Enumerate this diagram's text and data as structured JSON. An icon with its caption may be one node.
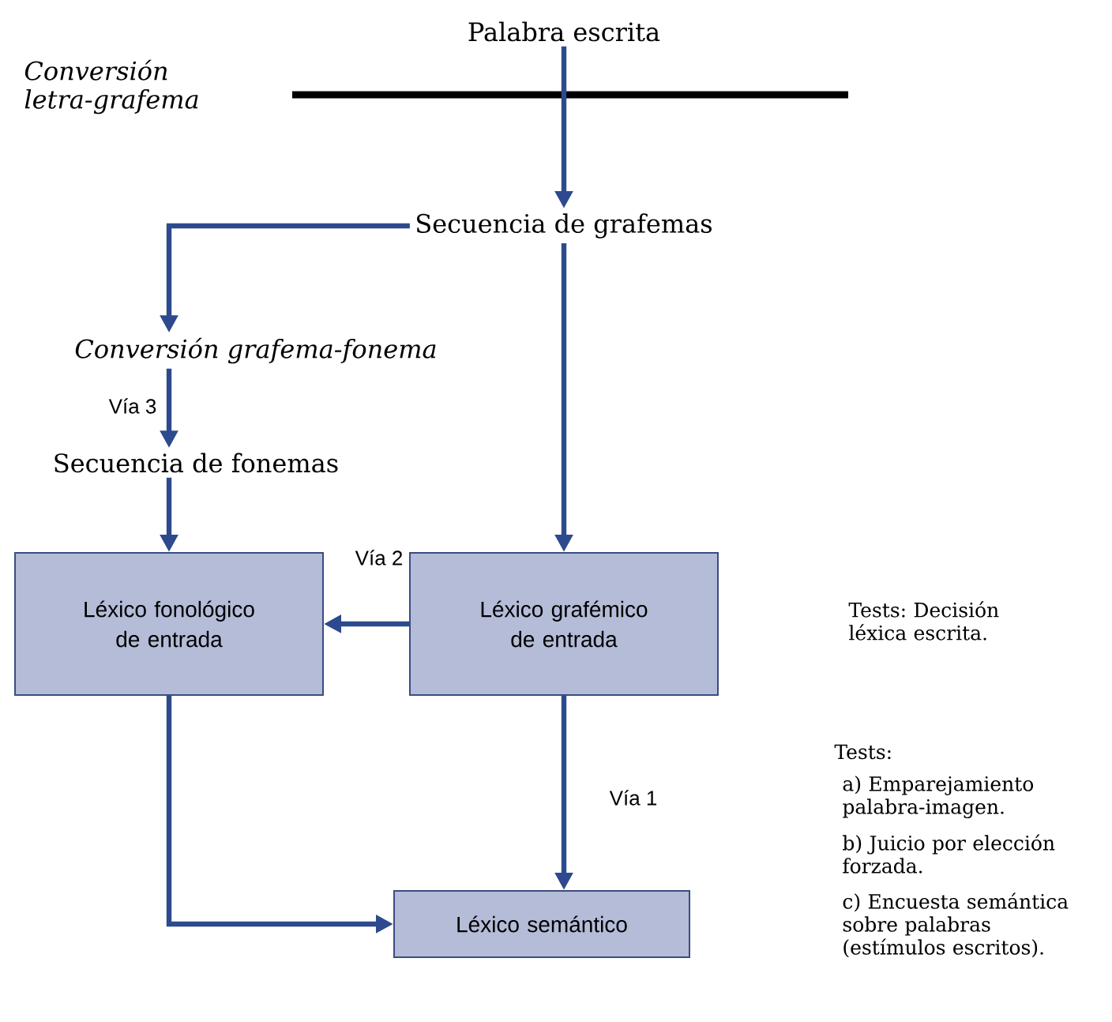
{
  "diagram": {
    "nodes": [
      {
        "text": [
          "Palabra escrita"
        ]
      },
      {
        "text": [
          "Secuencia de grafemas"
        ]
      },
      {
        "text": [
          "Conversión grafema-fonema"
        ]
      },
      {
        "text": [
          "Secuencia de fonemas"
        ]
      },
      {
        "text": [
          "Léxico fonológico de entrada"
        ]
      },
      {
        "text": [
          "Léxico grafémico de entrada"
        ]
      },
      {
        "text": [
          "Léxico semántico"
        ]
      }
    ],
    "edges": [
      {
        "from": 0,
        "to": 1,
        "arrow": "to"
      },
      {
        "from": 1,
        "to": 2,
        "arrow": "to"
      },
      {
        "from": 2,
        "to": 3,
        "arrow": "to",
        "label": "Vía 3"
      },
      {
        "from": 3,
        "to": 4,
        "arrow": "to"
      },
      {
        "from": 1,
        "to": 5,
        "arrow": "to"
      },
      {
        "from": 5,
        "to": 4,
        "arrow": "to",
        "label": "Vía 2"
      },
      {
        "from": 5,
        "to": 6,
        "arrow": "to",
        "label": "Vía 1"
      },
      {
        "from": 4,
        "to": 6,
        "arrow": "to"
      }
    ],
    "labels": [
      "Conversión letra-grafema",
      "Tests: Decisión léxica escrita.",
      "Tests:",
      "a) Emparejamiento palabra-imagen.",
      "b) Juicio por elección forzada.",
      "c) Encuesta semántica sobre palabras (estímulos escritos)."
    ]
  }
}
